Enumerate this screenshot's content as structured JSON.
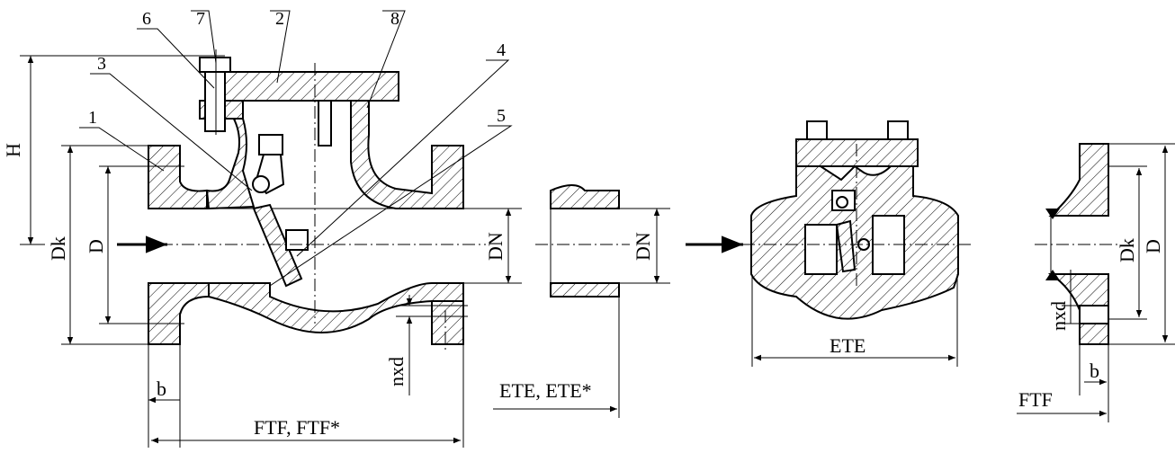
{
  "callouts": [
    "1",
    "2",
    "3",
    "4",
    "5",
    "6",
    "7",
    "8"
  ],
  "labels": {
    "H": "H",
    "Dk": "Dk",
    "D": "D",
    "DN": "DN",
    "nxd": "nxd",
    "b": "b",
    "FTF_FTFstar": "FTF, FTF*",
    "ETE_ETEstar": "ETE, ETE*",
    "ETE": "ETE",
    "FTF": "FTF"
  }
}
